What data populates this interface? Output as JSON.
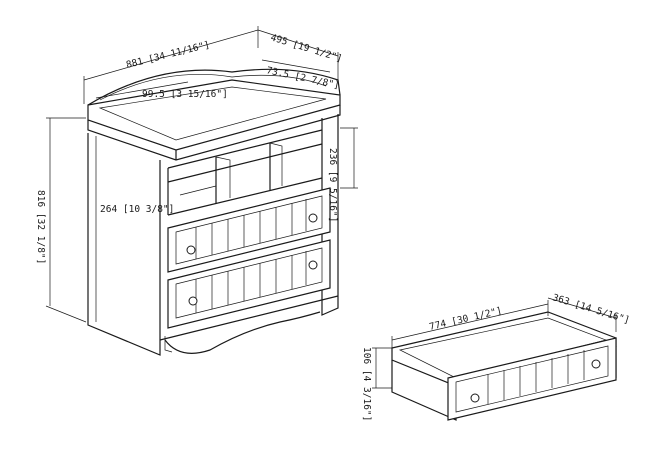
{
  "dimensions": {
    "overall_width": "881 [34 11/16\"]",
    "overall_depth": "495 [19 1/2\"]",
    "top_back_height": "73.5 [2 7/8\"]",
    "top_front_height": "99.5 [3 15/16\"]",
    "cubby_height": "236 [9 5/16\"]",
    "tray_height": "264 [10 3/8\"]",
    "overall_height": "816 [32 1/8\"]",
    "drawer_width": "774 [30 1/2\"]",
    "drawer_depth": "363 [14 5/16\"]",
    "drawer_height": "106 [4 3/16\"]"
  },
  "colors": {
    "line": "#1a1a1a",
    "background": "#ffffff"
  }
}
